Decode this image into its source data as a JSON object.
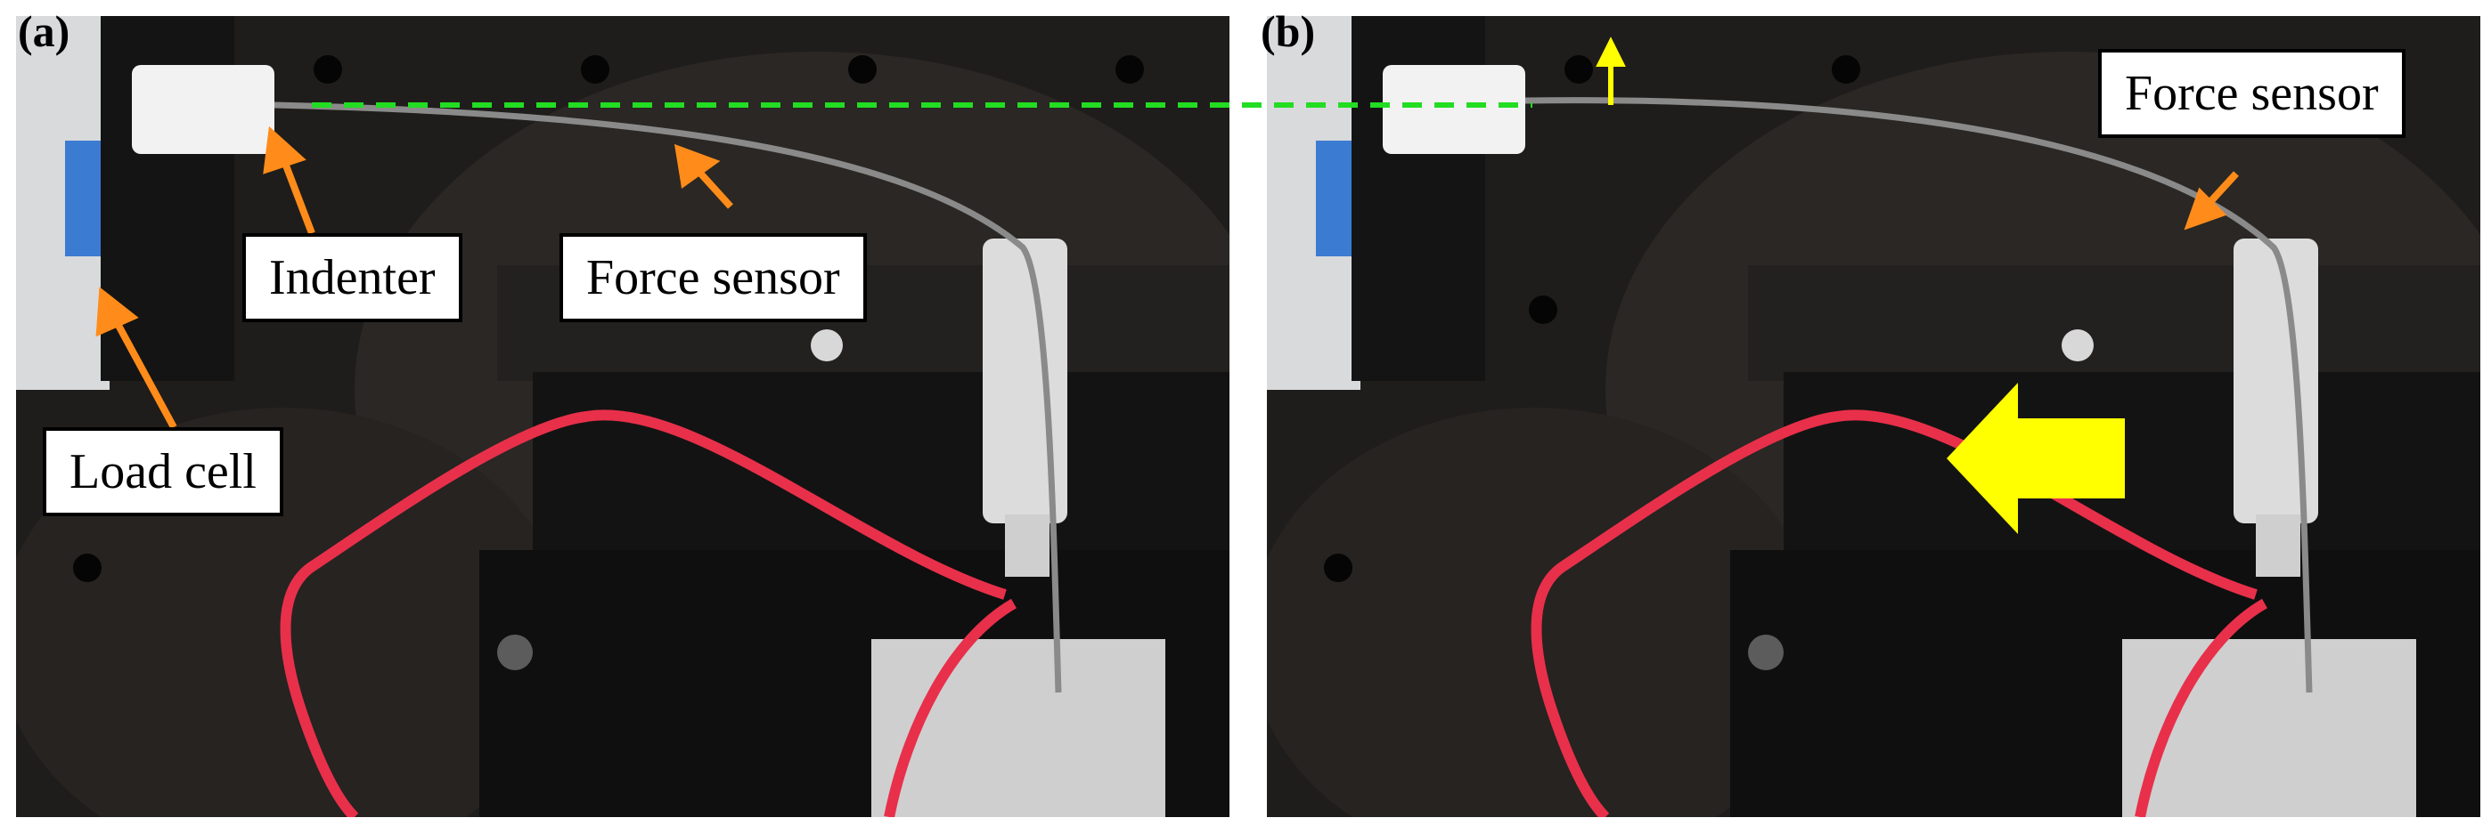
{
  "panels": [
    {
      "id": "a",
      "label": "(a)"
    },
    {
      "id": "b",
      "label": "(b)"
    }
  ],
  "callouts": {
    "indenter": "Indenter",
    "force_sensor_a": "Force sensor",
    "load_cell": "Load cell",
    "force_sensor_b": "Force sensor"
  },
  "colors": {
    "arrow_orange": "#ff8c1a",
    "reference_line_green": "#22dd22",
    "motion_arrow_yellow": "#ffff00",
    "wire_red": "#e8304a",
    "background_dark": "#1c1a18"
  },
  "icons": {
    "leader_arrow": "orange-arrow-icon",
    "motion_arrow": "yellow-arrow-icon"
  }
}
